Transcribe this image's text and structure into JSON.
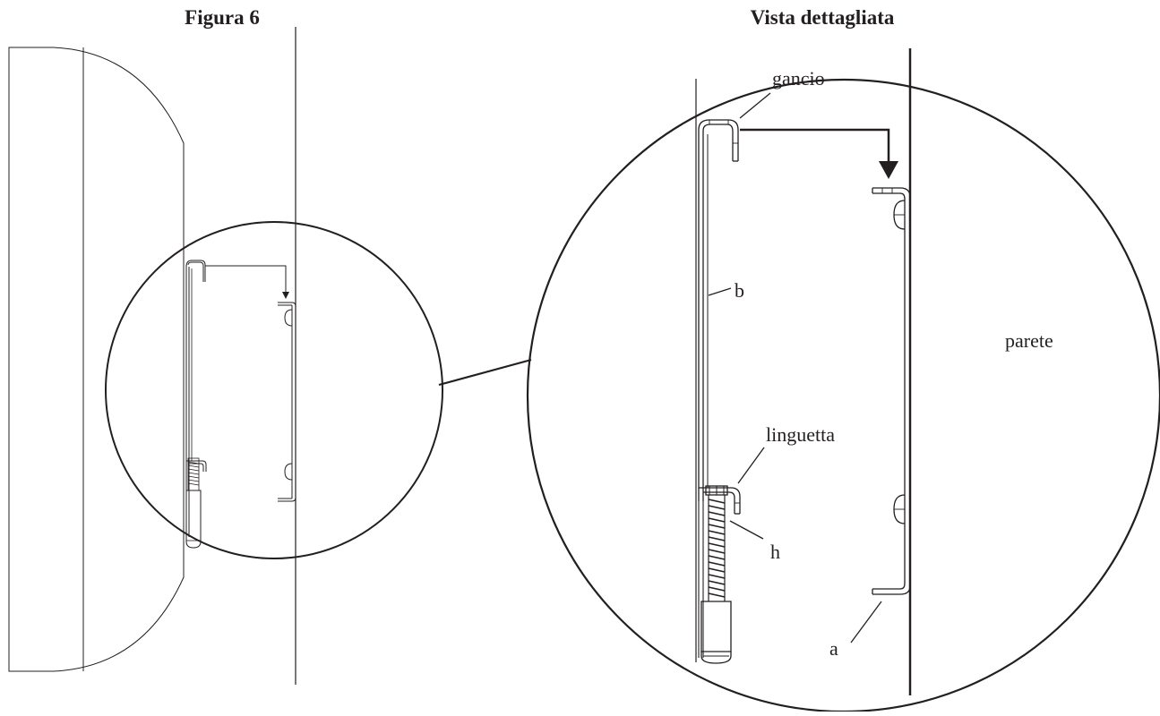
{
  "figure": {
    "title": "Figura 6"
  },
  "detail": {
    "title": "Vista dettagliata"
  },
  "labels": {
    "hook": "gancio",
    "bracket": "b",
    "wall": "parete",
    "tab": "linguetta",
    "screw": "h",
    "wall_bracket": "a"
  },
  "colors": {
    "ink": "#231f20",
    "background": "#ffffff"
  }
}
